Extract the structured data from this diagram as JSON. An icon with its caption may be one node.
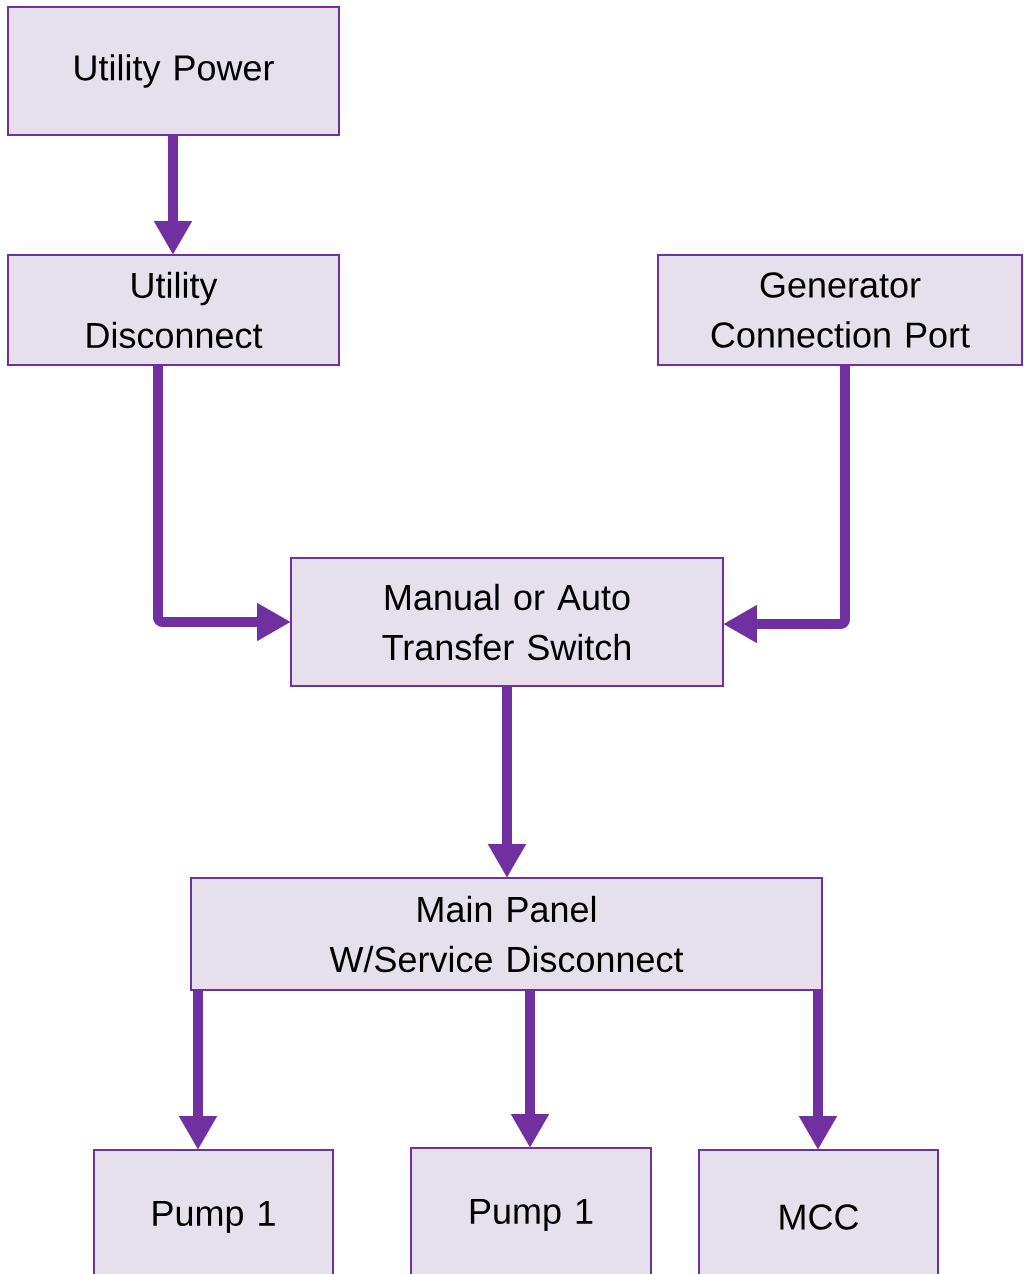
{
  "diagram": {
    "nodes": [
      {
        "text": [
          "Utility Power"
        ]
      },
      {
        "text": [
          "Utility Disconnect"
        ]
      },
      {
        "text": [
          "Generator Connection Port"
        ]
      },
      {
        "text": [
          "Manual or Auto Transfer Switch"
        ]
      },
      {
        "text": [
          "Main Panel W/Service Disconnect"
        ]
      },
      {
        "text": [
          "Pump 1"
        ]
      },
      {
        "text": [
          "Pump 1"
        ]
      },
      {
        "text": [
          "MCC"
        ]
      }
    ],
    "edges": [
      {
        "from": 0,
        "to": 1,
        "arrow": "to"
      },
      {
        "from": 1,
        "to": 3,
        "arrow": "to"
      },
      {
        "from": 2,
        "to": 3,
        "arrow": "to"
      },
      {
        "from": 3,
        "to": 4,
        "arrow": "to"
      },
      {
        "from": 4,
        "to": 5,
        "arrow": "to"
      },
      {
        "from": 4,
        "to": 6,
        "arrow": "to"
      },
      {
        "from": 4,
        "to": 7,
        "arrow": "to"
      }
    ]
  }
}
